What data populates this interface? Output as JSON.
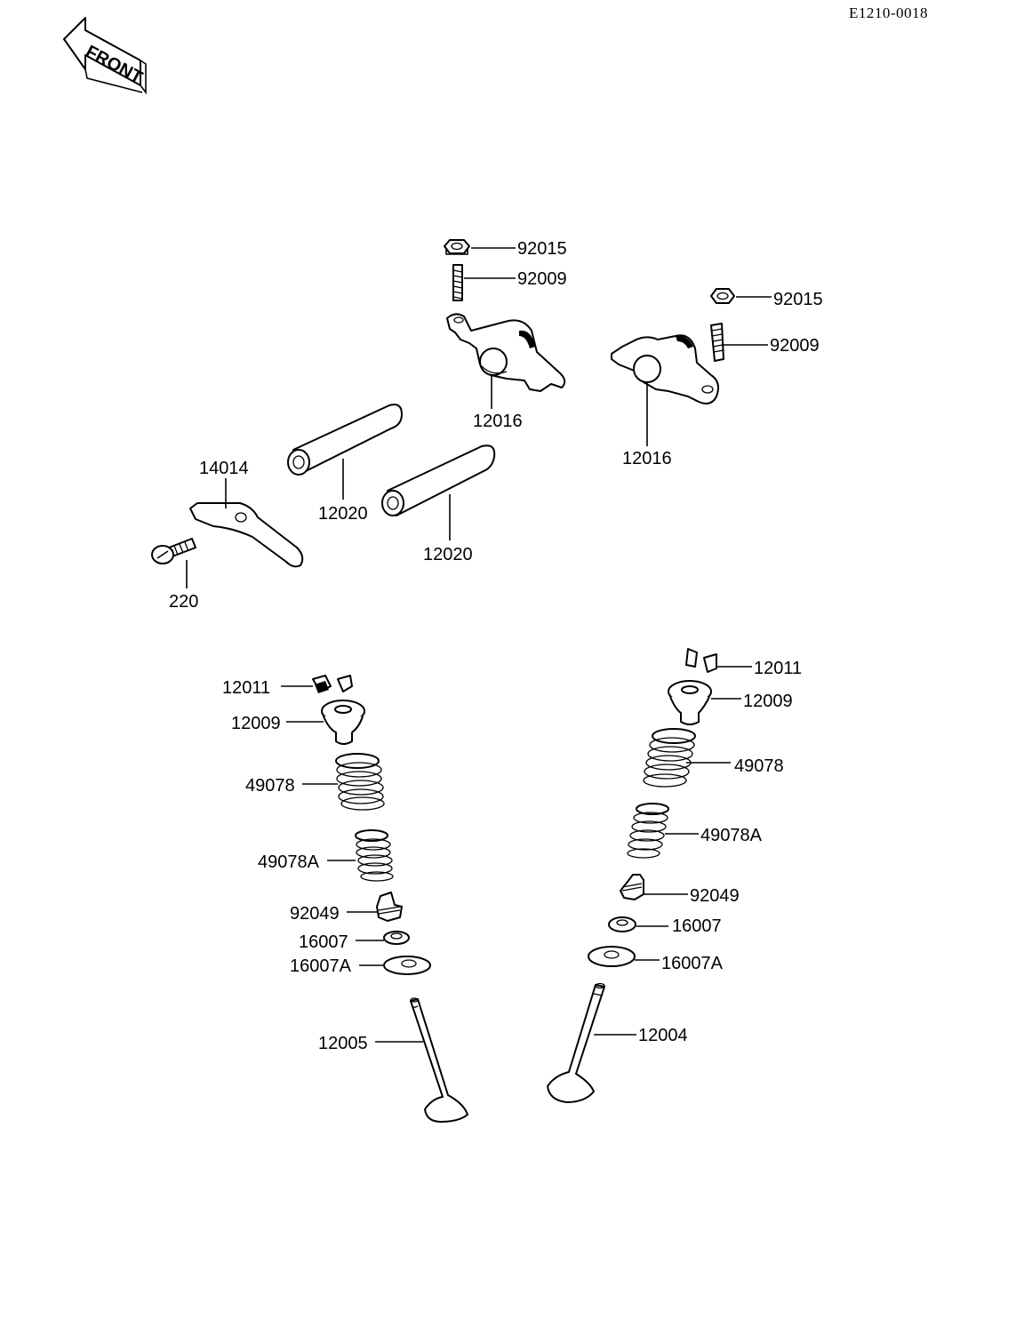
{
  "diagram": {
    "reference_code": "E1210-0018",
    "front_label": "FRONT",
    "callouts": {
      "nut_a": "92015",
      "stud_a": "92009",
      "rocker_a": "12016",
      "nut_b": "92015",
      "stud_b": "92009",
      "rocker_b": "12016",
      "shaft_a": "12020",
      "shaft_b": "12020",
      "plate": "14014",
      "screw": "220",
      "left_keeper": "12011",
      "left_retainer": "12009",
      "left_outer_spring": "49078",
      "left_inner_spring": "49078A",
      "left_seal": "92049",
      "left_seat": "16007",
      "left_seat_a": "16007A",
      "left_valve": "12005",
      "right_keeper": "12011",
      "right_retainer": "12009",
      "right_outer_spring": "49078",
      "right_inner_spring": "49078A",
      "right_seal": "92049",
      "right_seat": "16007",
      "right_seat_a": "16007A",
      "right_valve": "12004"
    }
  }
}
